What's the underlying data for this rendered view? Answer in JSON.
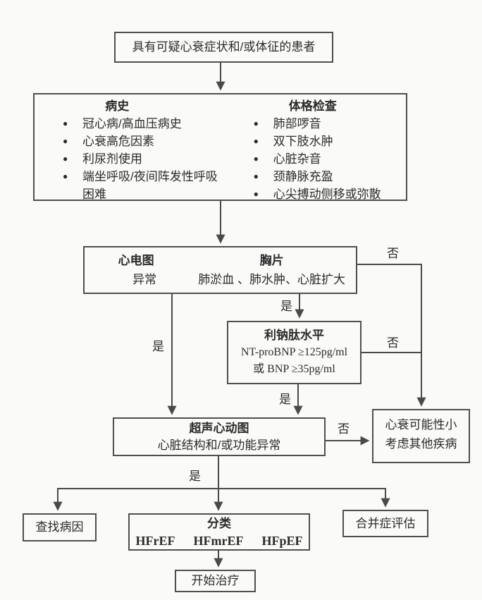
{
  "icons": {
    "bullet": "●",
    "arrowhead": "▼"
  },
  "edge_labels": {
    "yes": "是",
    "no": "否"
  },
  "colors": {
    "line": "#4a4a4a",
    "text": "#2b2b2b",
    "background": "#fafaf8"
  },
  "nodes": {
    "start": {
      "text": "具有可疑心衰症状和/或体征的患者"
    },
    "history": {
      "title": "病史",
      "items": [
        "冠心病/高血压病史",
        "心衰高危因素",
        "利尿剂使用",
        "端坐呼吸/夜间阵发性呼吸困难"
      ]
    },
    "physical_exam": {
      "title": "体格检查",
      "items": [
        "肺部啰音",
        "双下肢水肿",
        "心脏杂音",
        "颈静脉充盈",
        "心尖搏动侧移或弥散"
      ]
    },
    "ecg_xray": {
      "ecg_title": "心电图",
      "ecg_result": "异常",
      "xray_title": "胸片",
      "xray_result": "肺淤血 、肺水肿、心脏扩大"
    },
    "natriuretic": {
      "title": "利钠肽水平",
      "criteria_line1": "NT-proBNP ≥125pg/ml",
      "criteria_line2": "或 BNP ≥35pg/ml"
    },
    "echo": {
      "title": "超声心动图",
      "result": "心脏结构和/或功能异常"
    },
    "hf_unlikely": {
      "line1": "心衰可能性小",
      "line2": "考虑其他疾病"
    },
    "find_cause": {
      "text": "查找病因"
    },
    "classification": {
      "title": "分类",
      "types": [
        "HFrEF",
        "HFmrEF",
        "HFpEF"
      ]
    },
    "comorbidity": {
      "text": "合并症评估"
    },
    "treatment": {
      "text": "开始治疗"
    }
  }
}
